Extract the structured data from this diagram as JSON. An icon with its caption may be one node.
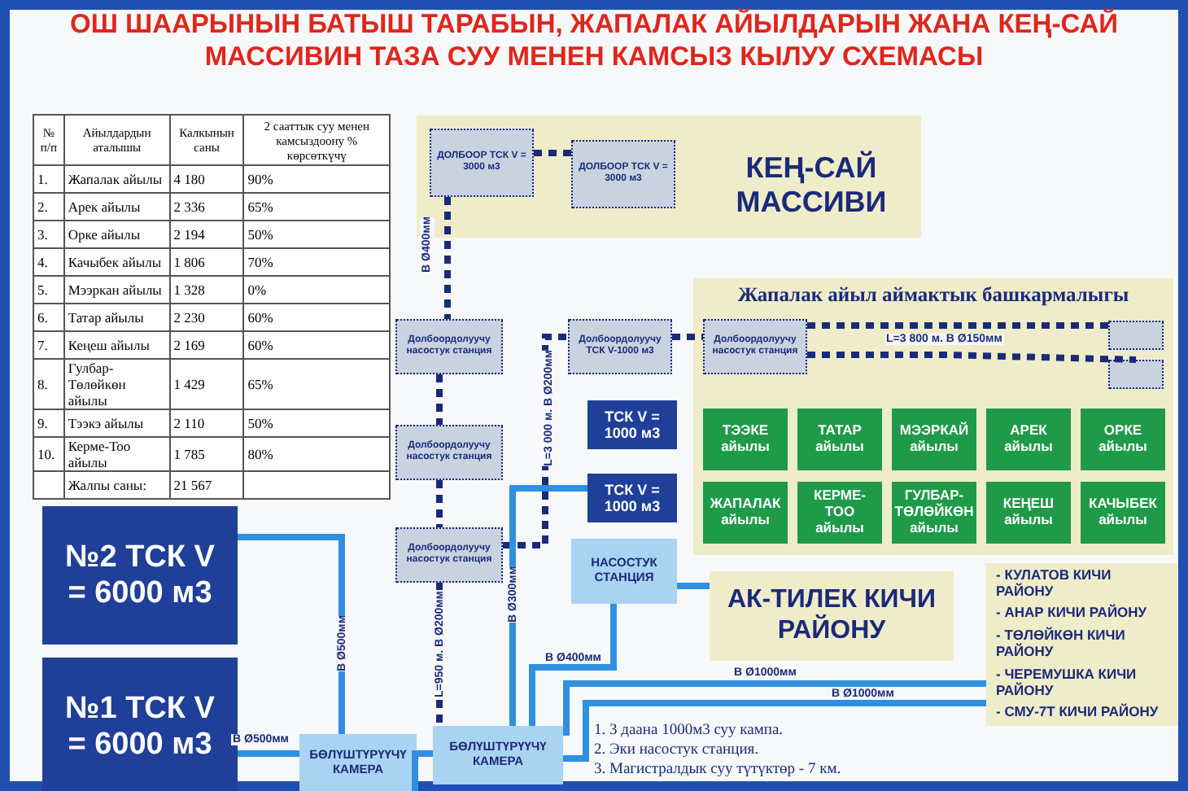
{
  "diagram": {
    "title": "ОШ ШААРЫНЫН БАТЫШ ТАРАБЫН, ЖАПАЛАК АЙЫЛДАРЫН ЖАНА КЕҢ-САЙ МАССИВИН ТАЗА СУУ МЕНЕН КАМСЫЗ КЫЛУУ СХЕМАСЫ",
    "nodes": [
      {
        "text": [
          "КЕҢ-САЙ МАССИВИ"
        ]
      },
      {
        "text": [
          "ДОЛБООР ТСК V = 3000 м3"
        ],
        "in": 0
      },
      {
        "text": [
          "ДОЛБООР ТСК V = 3000 м3"
        ],
        "in": 0
      },
      {
        "text": [
          "Жапалак айыл аймактык башкармалыгы"
        ]
      },
      {
        "text": [
          "Долбоордолуучу ТСК V-1000 м3"
        ]
      },
      {
        "text": [
          "Долбоордолуучу насостук станция"
        ],
        "in": 3
      },
      {
        "text": [],
        "shape": "box",
        "in": 3
      },
      {
        "text": [],
        "shape": "box",
        "in": 3
      },
      {
        "text": [
          "ТСК V = 1000 м3"
        ]
      },
      {
        "text": [
          "ТСК V = 1000 м3"
        ]
      },
      {
        "text": [
          "ТЭЭКЕ айылы"
        ],
        "in": 3
      },
      {
        "text": [
          "ТАТАР айылы"
        ],
        "in": 3
      },
      {
        "text": [
          "МЭЭРКАЙ айылы"
        ],
        "in": 3
      },
      {
        "text": [
          "АРЕК айылы"
        ],
        "in": 3
      },
      {
        "text": [
          "ОРКЕ айылы"
        ],
        "in": 3
      },
      {
        "text": [
          "ЖАПАЛАК айылы"
        ],
        "in": 3
      },
      {
        "text": [
          "КЕРМЕ-ТОО айылы"
        ],
        "in": 3
      },
      {
        "text": [
          "ГУЛБАР-ТӨЛӨЙКӨН айылы"
        ],
        "in": 3
      },
      {
        "text": [
          "КЕҢЕШ айылы"
        ],
        "in": 3
      },
      {
        "text": [
          "КАЧЫБЕК айылы"
        ],
        "in": 3
      },
      {
        "text": [
          "Долбоордолуучу насостук станция"
        ]
      },
      {
        "text": [
          "Долбоордолуучу насостук станция"
        ]
      },
      {
        "text": [
          "Долбоордолуучу насостук станция"
        ]
      },
      {
        "text": [
          "НАСОСТУК СТАНЦИЯ"
        ]
      },
      {
        "text": [
          "№2 ТСК V = 6000 м3"
        ]
      },
      {
        "text": [
          "№1 ТСК V = 6000 м3"
        ]
      },
      {
        "text": [
          "БӨЛҮШТҮРҮҮЧҮ КАМЕРА"
        ]
      },
      {
        "text": [
          "БӨЛҮШТҮРҮҮЧҮ КАМЕРА"
        ]
      },
      {
        "text": [
          "АК-ТИЛЕК КИЧИ РАЙОНУ"
        ]
      },
      {
        "text": [
          "- КУЛАТОВ КИЧИ РАЙОНУ",
          "- АНАР КИЧИ РАЙОНУ",
          "- ТӨЛӨЙКӨН КИЧИ РАЙОНУ",
          "- ЧЕРЕМУШКА КИЧИ РАЙОНУ",
          "- СМУ-7Т КИЧИ РАЙОНУ"
        ]
      }
    ],
    "edges": [
      {
        "from": 1,
        "to": 2,
        "arrow": "none",
        "style": "dashed"
      },
      {
        "from": 1,
        "to": 20,
        "arrow": "none",
        "style": "dashed",
        "label": "В Ø400мм"
      },
      {
        "from": 20,
        "to": 21,
        "arrow": "none",
        "style": "dashed"
      },
      {
        "from": 21,
        "to": 22,
        "arrow": "none",
        "style": "dashed"
      },
      {
        "from": 22,
        "to": 4,
        "arrow": "none",
        "style": "dashed",
        "label": "L=3 000 м. В Ø200мм"
      },
      {
        "from": 4,
        "to": 5,
        "arrow": "none",
        "style": "dashed"
      },
      {
        "from": 5,
        "to": 6,
        "arrow": "none",
        "style": "dashed",
        "label": "L=3 800 м. В Ø150мм"
      },
      {
        "from": 5,
        "to": 7,
        "arrow": "none",
        "style": "dashed"
      },
      {
        "from": 22,
        "to": 27,
        "arrow": "none",
        "style": "dashed",
        "label": "L=950 м. В Ø200мм"
      },
      {
        "from": 24,
        "to": 26,
        "arrow": "none",
        "color": "#2f8fe0",
        "label": "В Ø500мм"
      },
      {
        "from": 25,
        "to": 26,
        "arrow": "none",
        "color": "#2f8fe0",
        "label": "В Ø500мм"
      },
      {
        "from": 26,
        "to": 27,
        "arrow": "none",
        "color": "#2f8fe0"
      },
      {
        "from": 27,
        "to": 9,
        "arrow": "none",
        "color": "#2f8fe0",
        "label": "В Ø300мм"
      },
      {
        "from": 27,
        "to": 23,
        "arrow": "none",
        "color": "#2f8fe0",
        "label": "В Ø400мм"
      },
      {
        "from": 23,
        "to": 28,
        "arrow": "none",
        "color": "#2f8fe0"
      },
      {
        "from": 27,
        "to": 29,
        "arrow": "none",
        "color": "#2f8fe0",
        "label": "В Ø1000мм"
      },
      {
        "from": 27,
        "to": 29,
        "arrow": "none",
        "color": "#2f8fe0",
        "label": "В Ø1000мм"
      }
    ],
    "labels": [
      "№ п/п",
      "Айылдардын аталышы",
      "Калкынын саны",
      "2 сааттык суу менен камсыздоону % көрсөткүчү",
      "1.",
      "Жапалак айылы",
      "4 180",
      "90%",
      "2.",
      "Арек айылы",
      "2 336",
      "65%",
      "3.",
      "Орке айылы",
      "2 194",
      "50%",
      "4.",
      "Качыбек айылы",
      "1 806",
      "70%",
      "5.",
      "Мээркан айылы",
      "1 328",
      "0%",
      "6.",
      "Татар айылы",
      "2 230",
      "60%",
      "7.",
      "Кеңеш айылы",
      "2 169",
      "60%",
      "8.",
      "Гулбар-Төлөйкөн айылы",
      "1 429",
      "65%",
      "9.",
      "Тээкэ айылы",
      "2 110",
      "50%",
      "10.",
      "Керме-Тоо айылы",
      "1 785",
      "80%",
      "Жалпы саны:",
      "21 567",
      "1. 3 даана 1000м3 суу кампа.",
      "2. Эки насостук станция.",
      "3. Магистралдык суу түтүктөр - 7 км."
    ]
  }
}
